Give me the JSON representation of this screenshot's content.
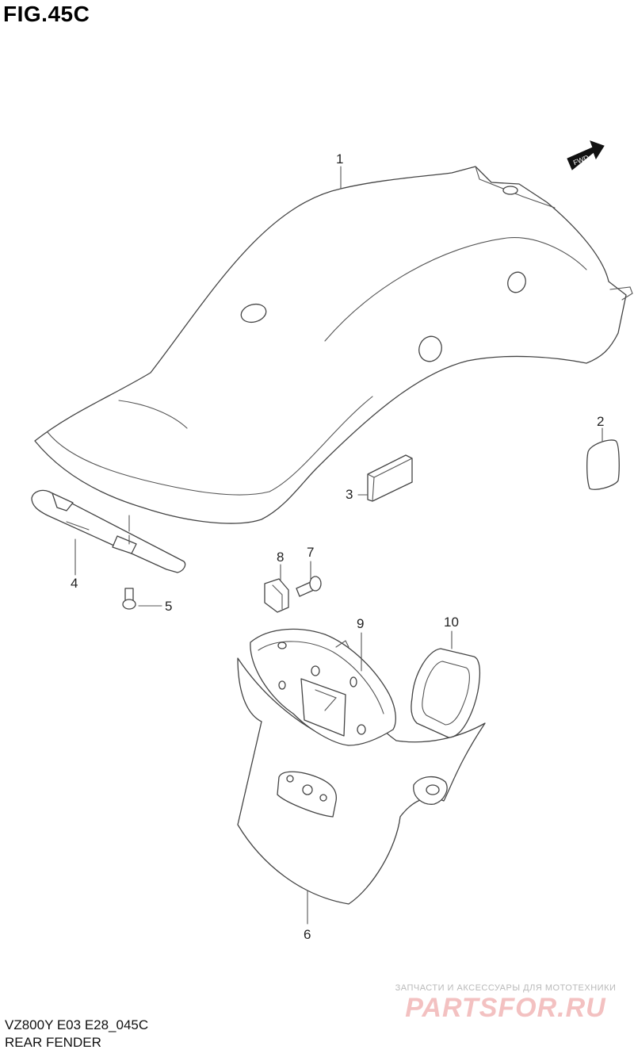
{
  "figure": {
    "title": "FIG.45C",
    "fwd_label": "FWD"
  },
  "callouts": [
    "1",
    "2",
    "3",
    "4",
    "5",
    "6",
    "7",
    "8",
    "9",
    "10"
  ],
  "footer": {
    "model_code": "VZ800Y E03 E28_045C",
    "section_name": "REAR FENDER"
  },
  "watermark": {
    "tagline": "ЗАПЧАСТИ И АКСЕССУАРЫ ДЛЯ МОТОТЕХНИКИ",
    "logo_text": "PARTSFOR.RU"
  }
}
